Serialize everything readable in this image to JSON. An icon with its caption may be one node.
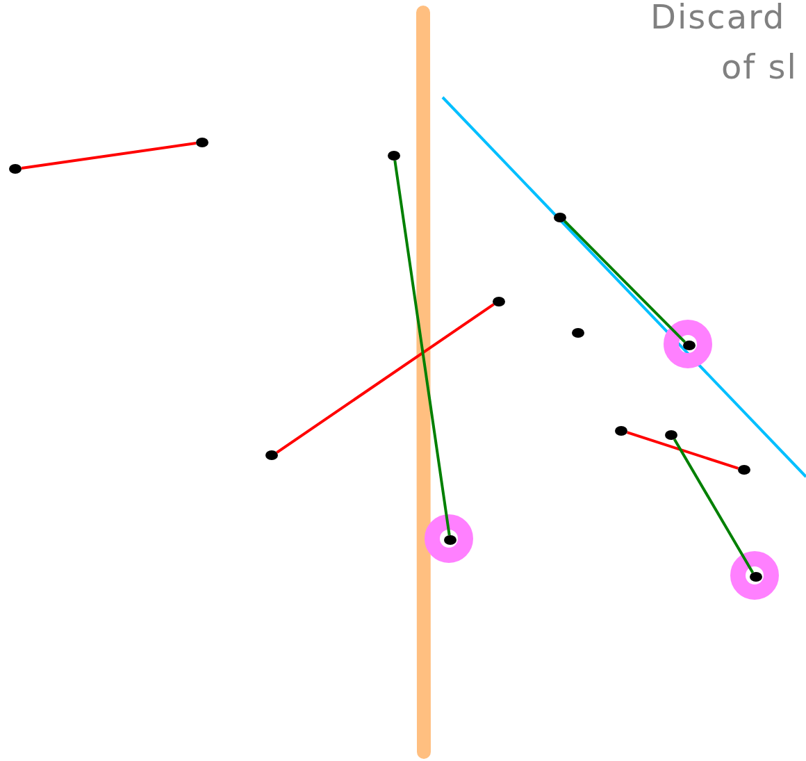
{
  "diagram": {
    "nodes": [
      {
        "text": [],
        "shape": "circle"
      },
      {
        "text": [],
        "shape": "circle"
      },
      {
        "text": [],
        "shape": "circle"
      },
      {
        "text": [],
        "shape": "circle"
      },
      {
        "text": [],
        "shape": "circle"
      },
      {
        "text": [],
        "shape": "circle"
      },
      {
        "text": [],
        "shape": "circle"
      },
      {
        "text": [],
        "shape": "circle"
      },
      {
        "text": [],
        "shape": "circle"
      },
      {
        "text": [],
        "shape": "circle"
      },
      {
        "text": [],
        "shape": "circle"
      },
      {
        "text": [],
        "shape": "circle"
      },
      {
        "text": [],
        "shape": "circle"
      }
    ],
    "edges": [
      {
        "from": 0,
        "to": 1,
        "arrow": "none",
        "color": "#ff0000"
      },
      {
        "from": 2,
        "to": 5,
        "arrow": "none",
        "color": "#ff0000"
      },
      {
        "from": 8,
        "to": 11,
        "arrow": "none",
        "color": "#ff0000"
      },
      {
        "from": 3,
        "to": 4,
        "arrow": "none",
        "color": "#008000"
      },
      {
        "from": 6,
        "to": 10,
        "arrow": "none",
        "color": "#008000"
      },
      {
        "from": 9,
        "to": 12,
        "arrow": "none",
        "color": "#008000"
      }
    ],
    "labels": [
      "Discard",
      "of sl"
    ]
  }
}
